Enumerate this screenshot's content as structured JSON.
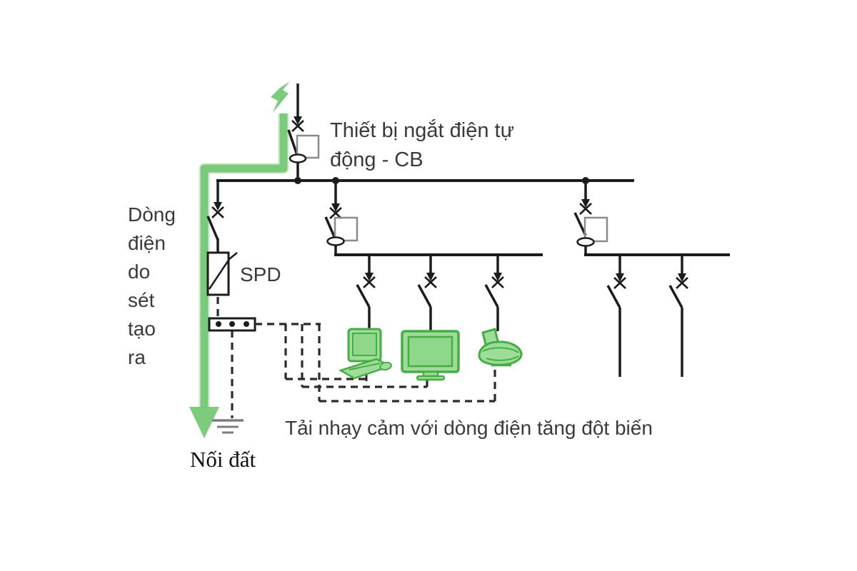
{
  "diagram": {
    "labels": {
      "cb": "Thiết bị ngắt điện tự\nđộng - CB",
      "surge_current": "Dòng\nđiện\ndo\nsét\ntạo\nra",
      "spd": "SPD",
      "earth": "Nối đất",
      "sensitive_loads": "Tải nhạy cảm với dòng điện tăng đột biến"
    },
    "icons": {
      "lightning_bolt_icon": "green zigzag lightning strike",
      "surge_path_icon": "thick green hand-drawn current path with down arrow",
      "ground_icon": "three-bar earth electrode symbol",
      "breaker_icon": "x-contact with diagonal blade (circuit breaker)",
      "cb_trip_unit_icon": "gray square trip-unit box with toroid ellipse",
      "spd_icon": "rectangle with varistor diagonal",
      "bonding_bar_icon": "terminal bar with three studs",
      "monitor_icon": "computer monitor with keyboard and mouse",
      "tv_icon": "flat screen television on stand",
      "appliance_icon": "small household appliance"
    },
    "colors": {
      "surge_green": "#76c876",
      "surge_green_light": "#a5d9a0",
      "device_fill": "#9edd99",
      "device_screen": "#8fd789",
      "device_stroke": "#47ad45",
      "line_black": "#1c1c1c",
      "box_gray": "#8a8a8a",
      "ground_gray": "#7d7d7d",
      "text_dark": "#3a3a3a"
    }
  }
}
